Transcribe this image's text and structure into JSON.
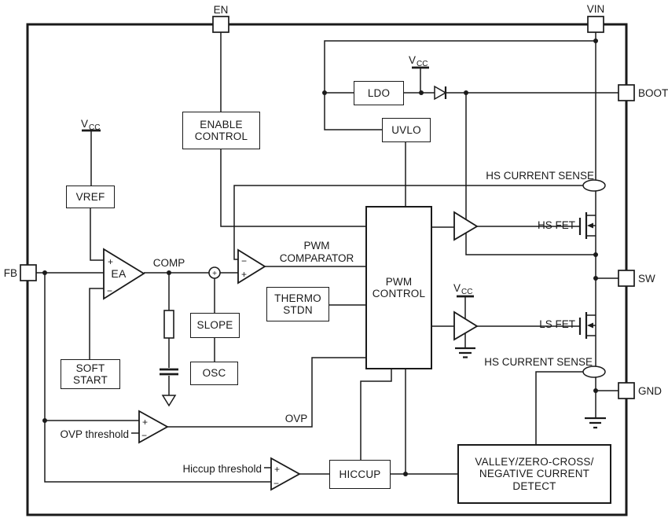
{
  "colors": {
    "ink": "#1a1a1a",
    "background": "#ffffff"
  },
  "pins": {
    "en": "EN",
    "vin": "VIN",
    "boot": "BOOT",
    "sw": "SW",
    "gnd": "GND",
    "fb": "FB"
  },
  "blocks": {
    "enable_control": [
      "ENABLE",
      "CONTROL"
    ],
    "ldo": "LDO",
    "uvlo": "UVLO",
    "vref": "VREF",
    "soft_start": [
      "SOFT",
      "START"
    ],
    "slope": "SLOPE",
    "osc": "OSC",
    "thermo_stdn": [
      "THERMO",
      "STDN"
    ],
    "pwm_control": [
      "PWM",
      "CONTROL"
    ],
    "hiccup": "HICCUP",
    "valley_detect": [
      "VALLEY/ZERO-CROSS/",
      "NEGATIVE CURRENT",
      "DETECT"
    ]
  },
  "amplifiers": {
    "ea": "EA",
    "pwm_comparator": [
      "PWM",
      "COMPARATOR"
    ]
  },
  "labels": {
    "vcc": "V",
    "vcc_sub": "CC",
    "comp": "COMP",
    "ovp": "OVP",
    "ovp_threshold": "OVP threshold",
    "hiccup_threshold": "Hiccup threshold",
    "hs_current_sense_top": "HS CURRENT SENSE",
    "hs_current_sense_bottom": "HS CURRENT SENSE",
    "hs_fet": "HS FET",
    "ls_fet": "LS FET",
    "plus": "+",
    "minus": "−"
  }
}
